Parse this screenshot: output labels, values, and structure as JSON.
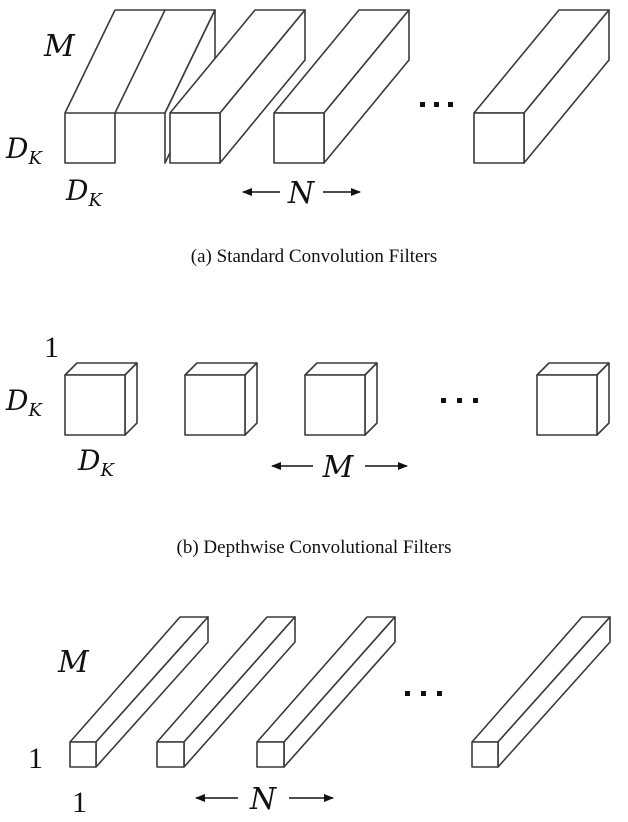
{
  "panel_a": {
    "depth_label": "M",
    "height_label_base": "D",
    "height_label_sub": "K",
    "width_label_base": "D",
    "width_label_sub": "K",
    "count_label": "N",
    "ellipsis": "...",
    "caption": "(a)  Standard Convolution Filters"
  },
  "panel_b": {
    "depth_label": "1",
    "height_label_base": "D",
    "height_label_sub": "K",
    "width_label_base": "D",
    "width_label_sub": "K",
    "count_label": "M",
    "ellipsis": "...",
    "caption": "(b)  Depthwise Convolutional Filters"
  },
  "panel_c": {
    "depth_label": "M",
    "height_label": "1",
    "width_label": "1",
    "count_label": "N",
    "ellipsis": "..."
  }
}
